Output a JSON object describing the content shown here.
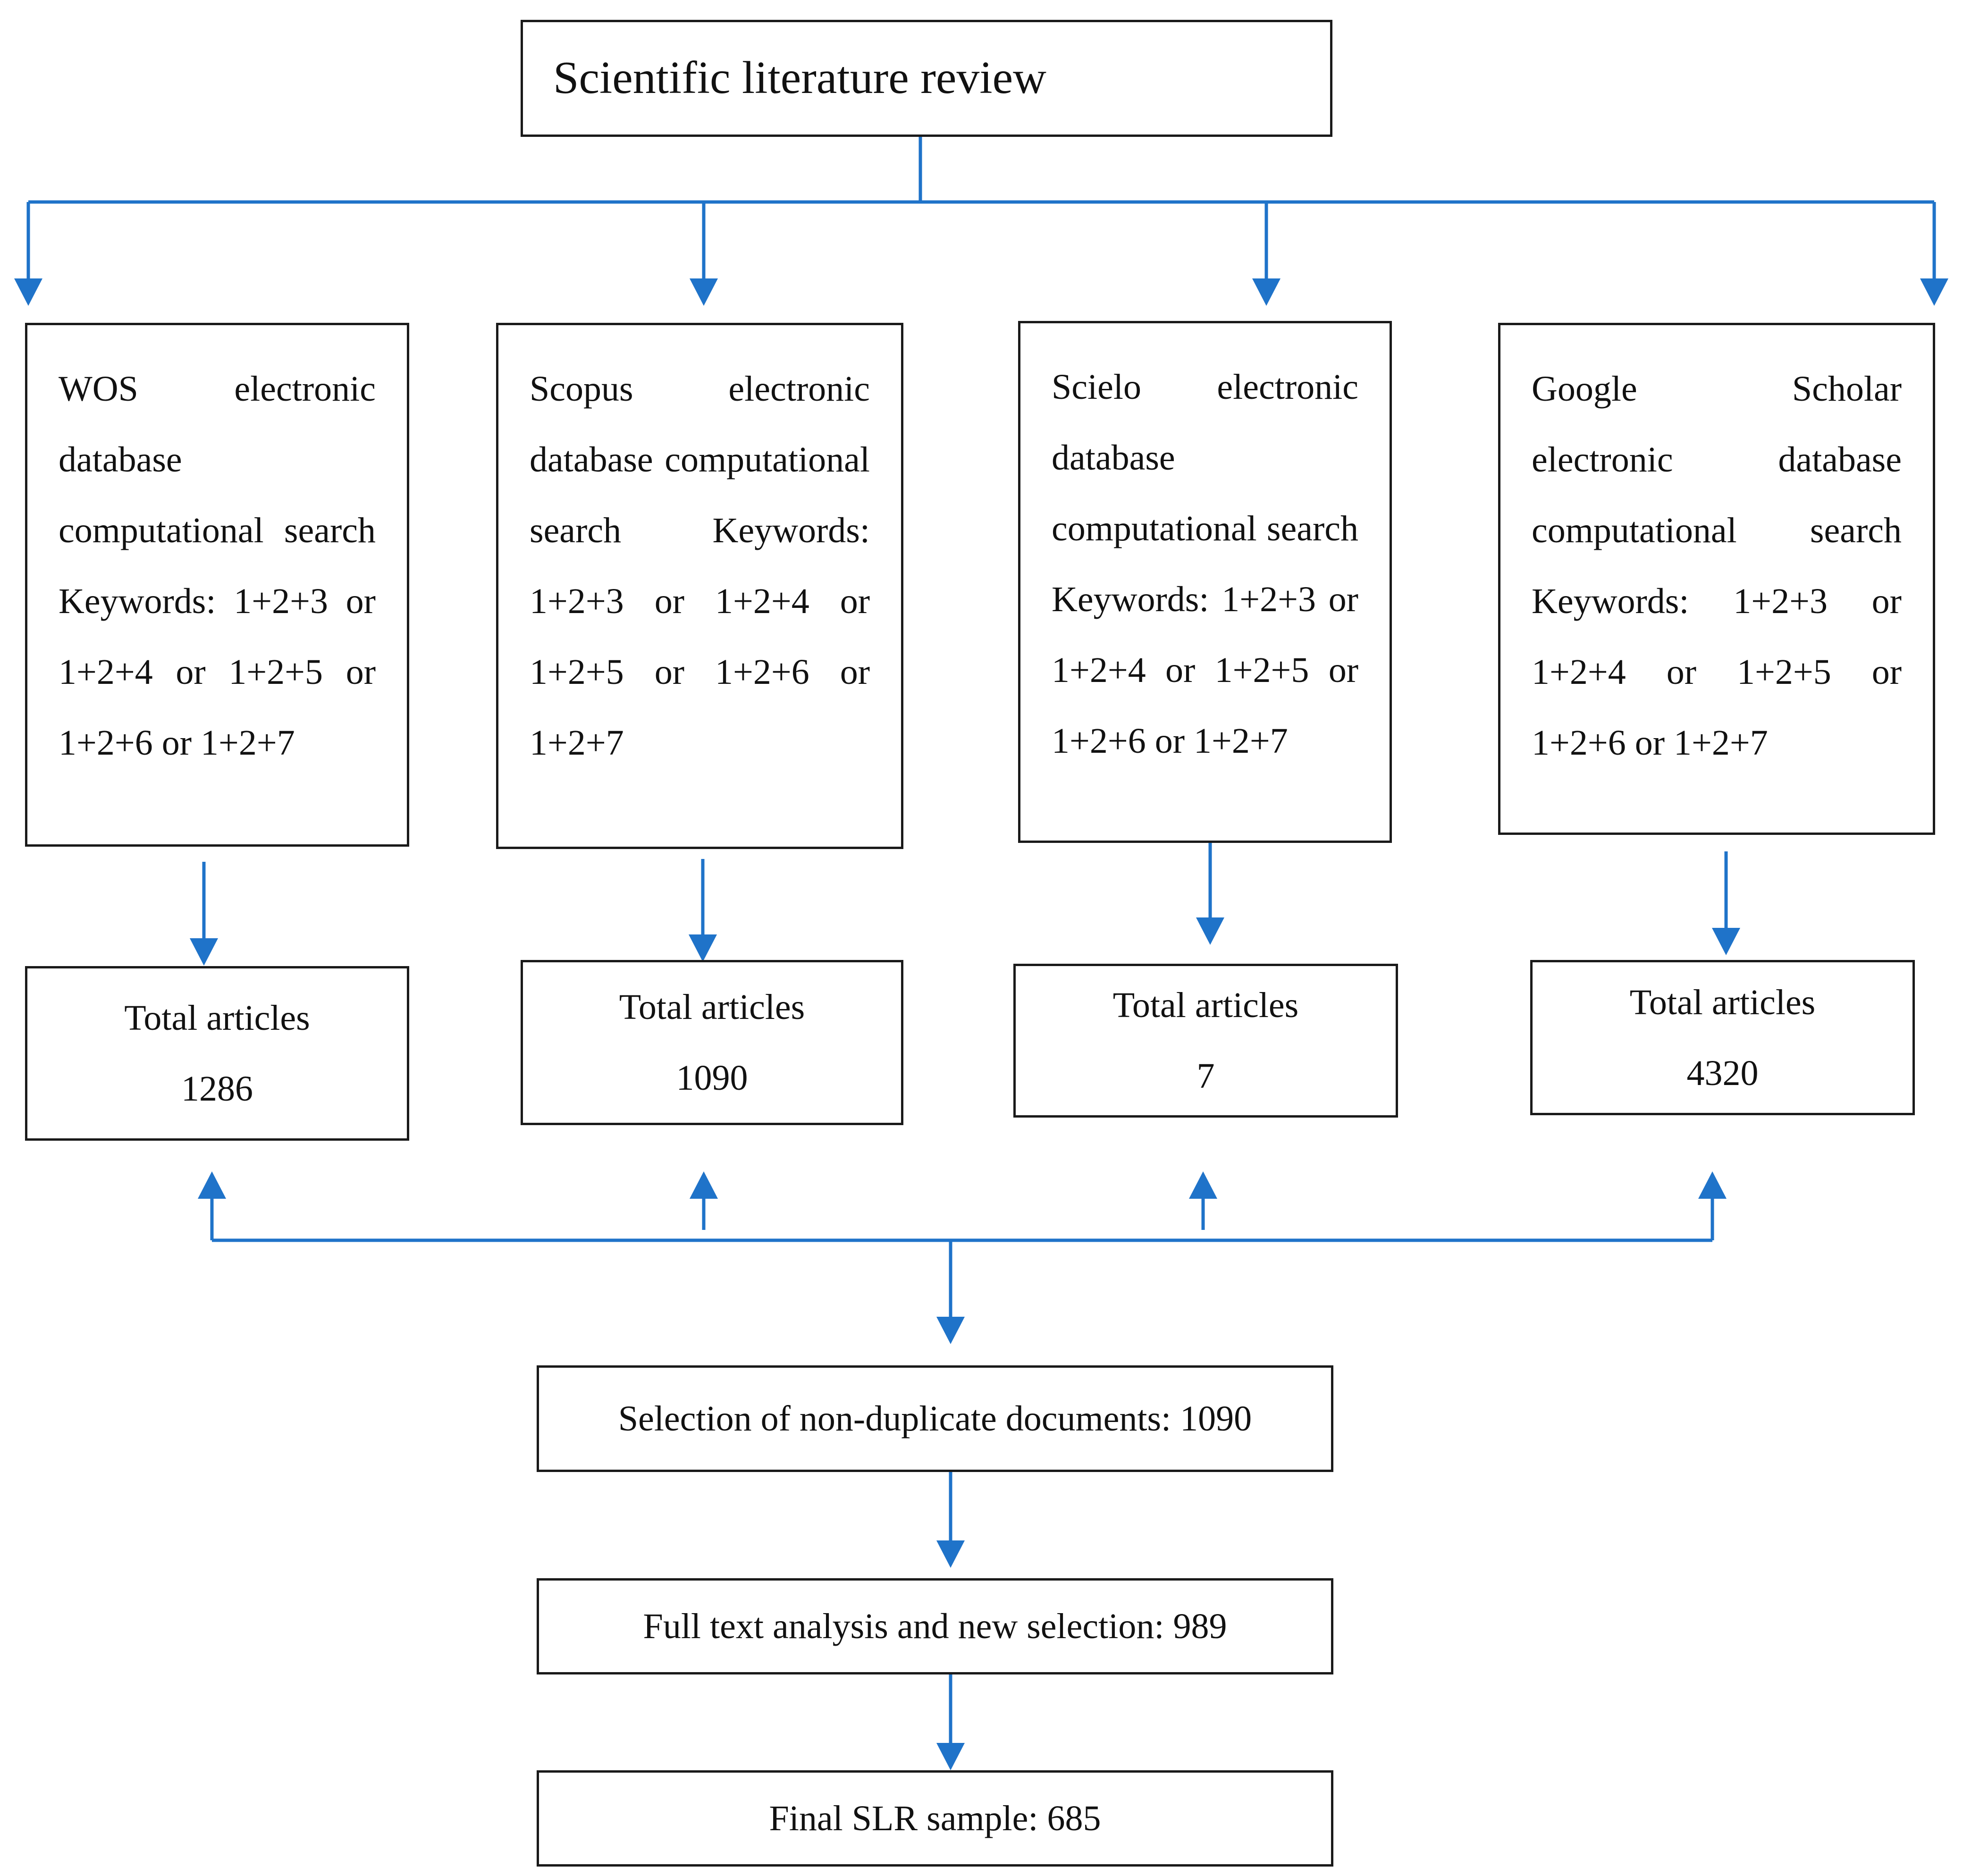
{
  "accent_color": "#1f73c9",
  "title": "Scientific literature review",
  "databases": [
    {
      "description": "WOS electronic database computational search Keywords: 1+2+3 or 1+2+4 or 1+2+5 or 1+2+6 or 1+2+7",
      "total_label": "Total articles",
      "total_value": "1286"
    },
    {
      "description": "Scopus electronic database computational search Keywords: 1+2+3 or 1+2+4 or 1+2+5 or 1+2+6 or 1+2+7",
      "total_label": "Total articles",
      "total_value": "1090"
    },
    {
      "description": "Scielo electronic database computational search Keywords: 1+2+3 or 1+2+4 or 1+2+5 or 1+2+6 or 1+2+7",
      "total_label": "Total articles",
      "total_value": "7"
    },
    {
      "description": "Google Scholar electronic database computational search Keywords: 1+2+3 or 1+2+4 or 1+2+5 or 1+2+6 or 1+2+7",
      "total_label": "Total articles",
      "total_value": "4320"
    }
  ],
  "steps": [
    "Selection of non-duplicate documents: 1090",
    "Full text analysis and new selection: 989",
    "Final SLR sample: 685"
  ]
}
